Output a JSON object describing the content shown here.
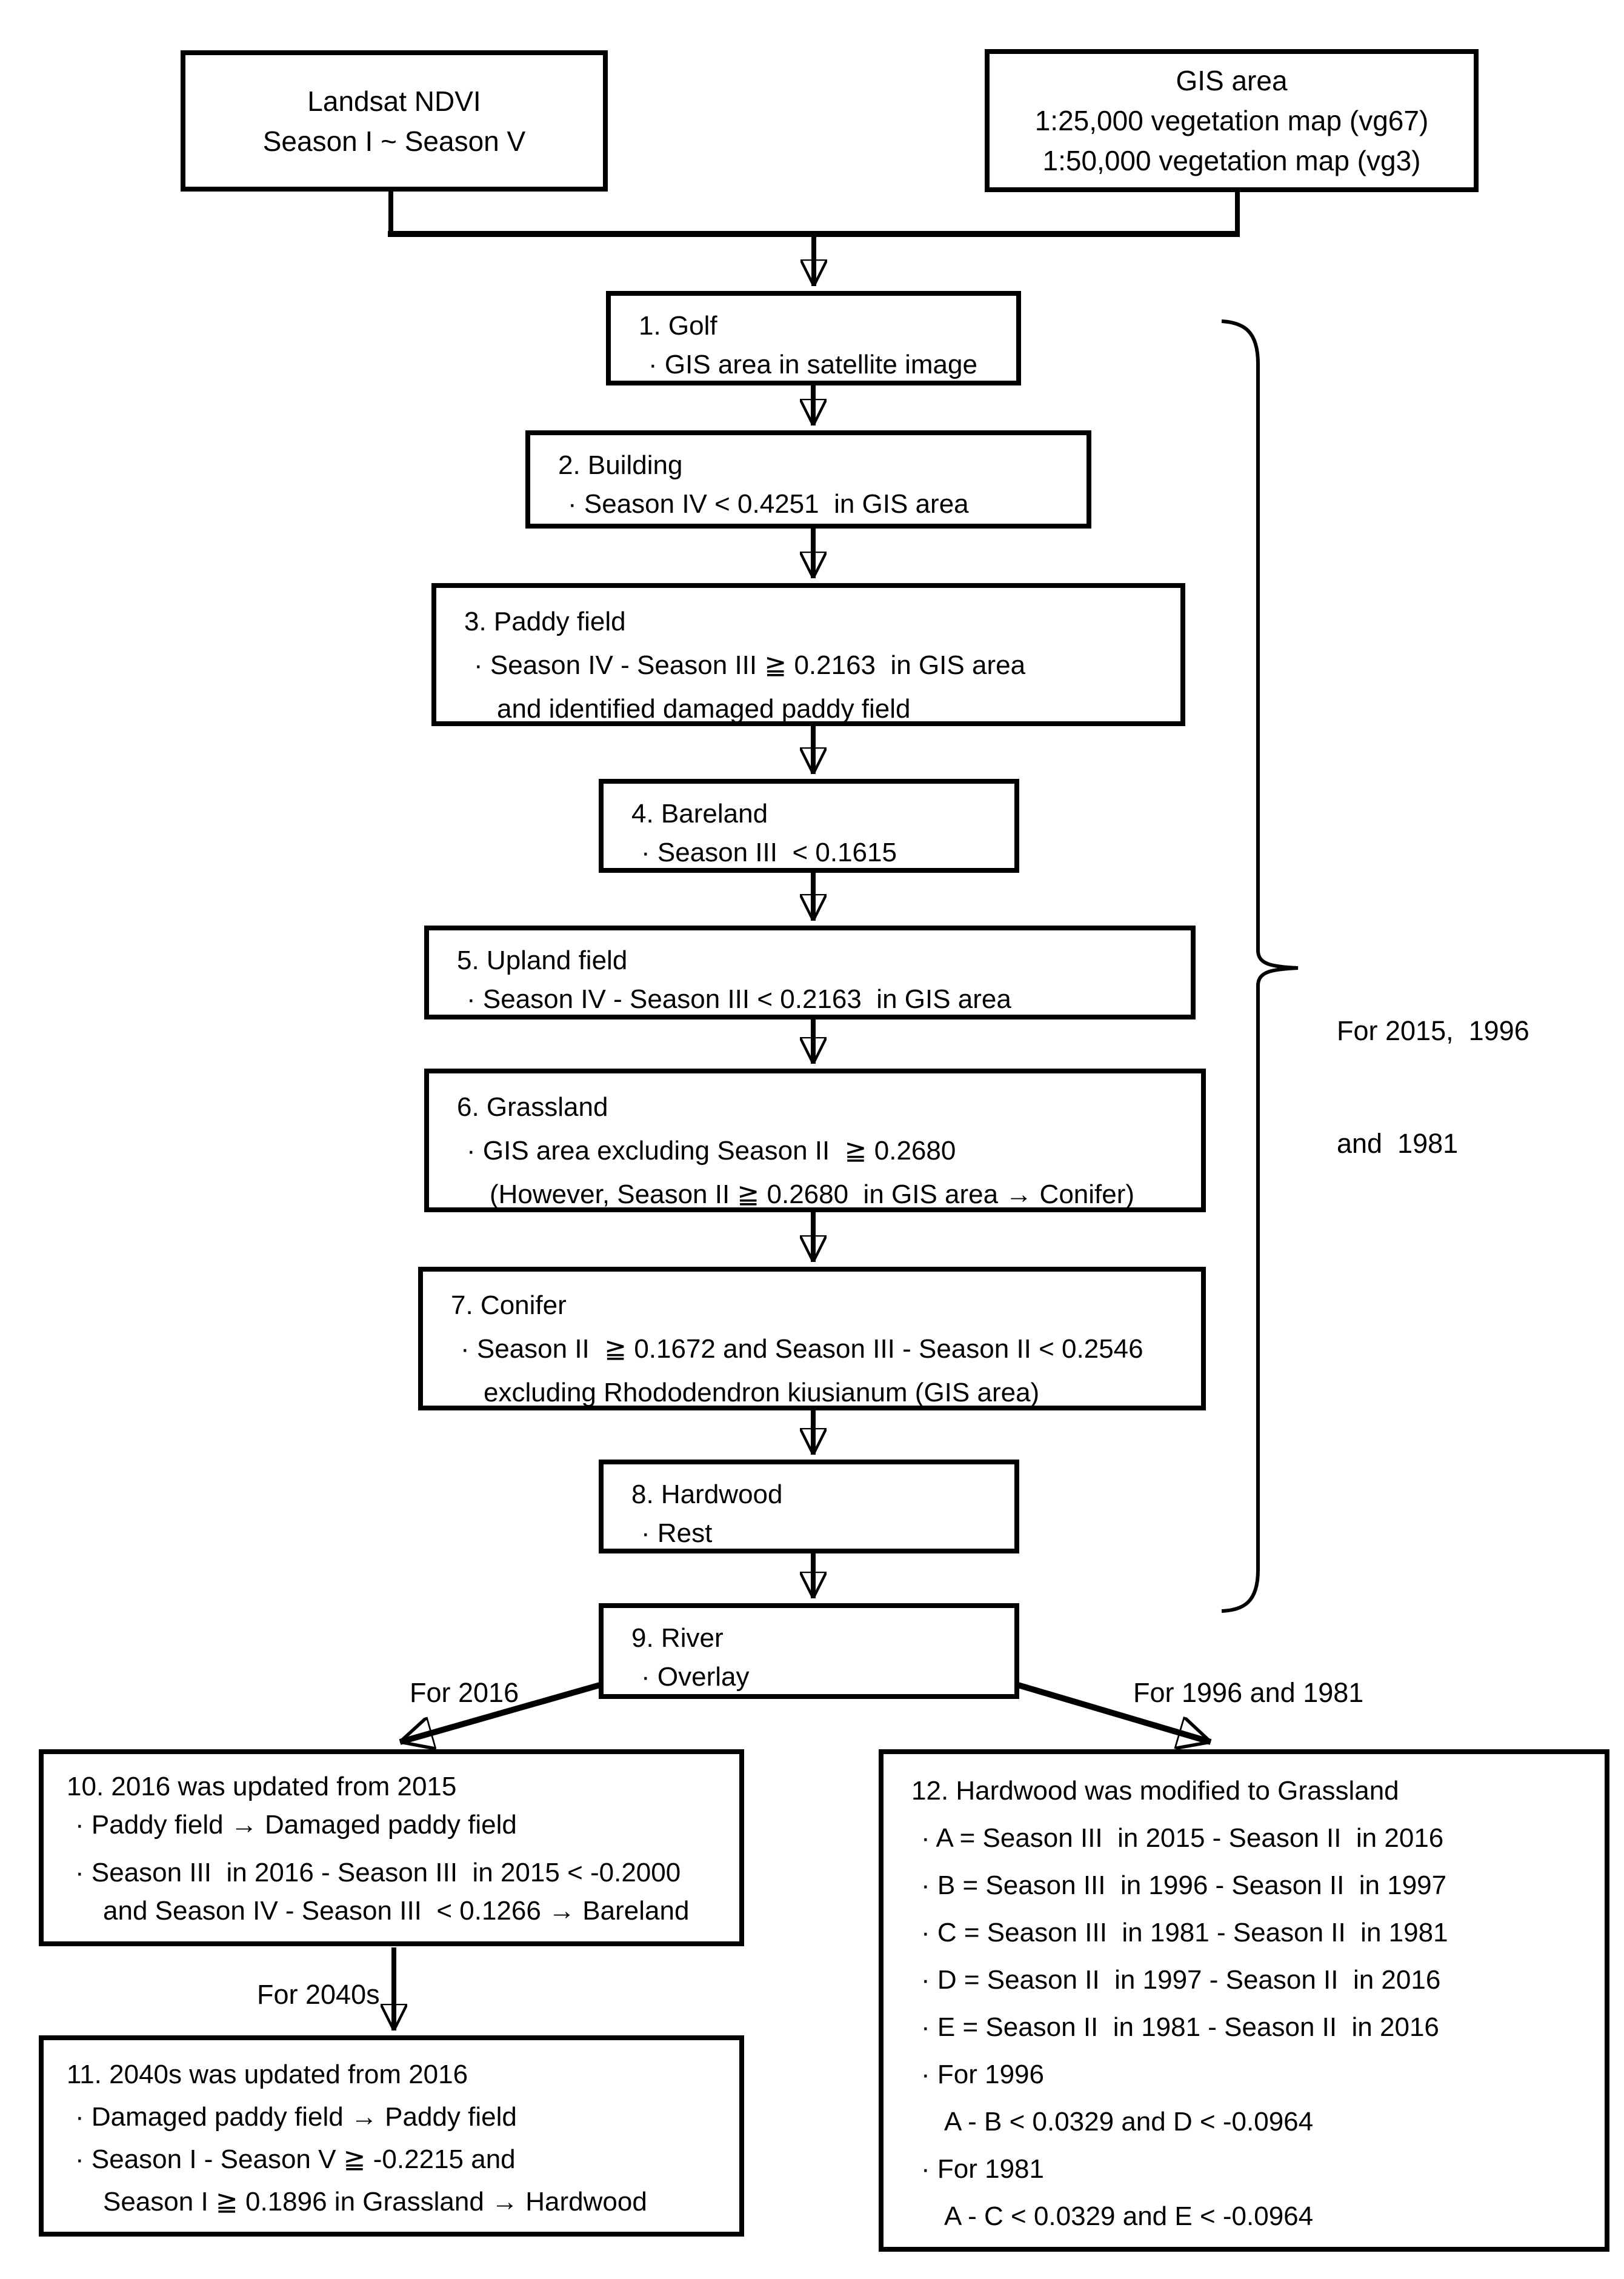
{
  "colors": {
    "background": "#ffffff",
    "line": "#000000"
  },
  "sources": {
    "landsat": {
      "line1": "Landsat NDVI",
      "line2": "Season I ~ Season V"
    },
    "gis": {
      "line1": "GIS area",
      "line2": "1:25,000 vegetation map (vg67)",
      "line3": "1:50,000 vegetation map (vg3)"
    }
  },
  "steps": {
    "s1": {
      "title": "1. Golf",
      "b1": "· GIS area in satellite image"
    },
    "s2": {
      "title": "2. Building",
      "b1": "· Season IV < 0.4251  in GIS area"
    },
    "s3": {
      "title": "3. Paddy field",
      "b1": "· Season IV - Season III ≧ 0.2163  in GIS area",
      "b2": "and identified damaged paddy field"
    },
    "s4": {
      "title": "4. Bareland",
      "b1": "· Season III  < 0.1615"
    },
    "s5": {
      "title": "5. Upland field",
      "b1": "· Season IV - Season III < 0.2163  in GIS area"
    },
    "s6": {
      "title": "6. Grassland",
      "b1": "· GIS area excluding Season II  ≧ 0.2680",
      "b2": "(However, Season II ≧ 0.2680  in GIS area → Conifer)"
    },
    "s7": {
      "title": "7. Conifer",
      "b1": "· Season II  ≧ 0.1672 and Season III - Season II < 0.2546",
      "b2": "excluding Rhododendron kiusianum (GIS area)"
    },
    "s8": {
      "title": "8. Hardwood",
      "b1": "· Rest"
    },
    "s9": {
      "title": "9. River",
      "b1": "· Overlay"
    },
    "s10": {
      "title": "10. 2016 was updated from 2015",
      "b1": "· Paddy field → Damaged paddy field",
      "b2": "· Season III  in 2016 - Season III  in 2015 < -0.2000",
      "b3": "and Season IV - Season III  < 0.1266 → Bareland"
    },
    "s11": {
      "title": "11. 2040s was updated from 2016",
      "b1": "· Damaged paddy field → Paddy field",
      "b2": "· Season I - Season V ≧ -0.2215 and",
      "b3": "Season I ≧ 0.1896 in Grassland → Hardwood"
    },
    "s12": {
      "title": "12. Hardwood was modified to Grassland",
      "b1": "· A = Season III  in 2015 - Season II  in 2016",
      "b2": "· B = Season III  in 1996 - Season II  in 1997",
      "b3": "· C = Season III  in 1981 - Season II  in 1981",
      "b4": "· D = Season II  in 1997 - Season II  in 2016",
      "b5": "· E = Season II  in 1981 - Season II  in 2016",
      "b6": "· For 1996",
      "b7": "A - B < 0.0329 and D < -0.0964",
      "b8": "· For 1981",
      "b9": "A - C < 0.0329 and E < -0.0964"
    }
  },
  "labels": {
    "brace_line1": "For 2015,  1996",
    "brace_line2": "and  1981",
    "for_2016": "For 2016",
    "for_1996_1981": "For 1996 and 1981",
    "for_2040s": "For 2040s"
  }
}
